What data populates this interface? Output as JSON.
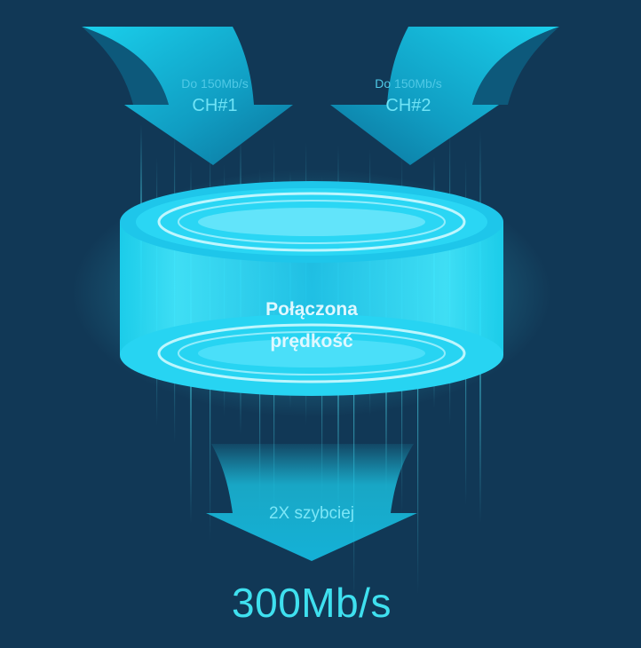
{
  "channels": [
    {
      "speed": "Do 150Mb/s",
      "name": "CH#1"
    },
    {
      "speed": "Do 150Mb/s",
      "name": "CH#2"
    }
  ],
  "combined": {
    "line1": "Połączona",
    "line2": "prędkość"
  },
  "output": {
    "label": "2X szybciej",
    "speed": "300Mb/s"
  },
  "colors": {
    "background": "#113856",
    "accent": "#1fd6f2",
    "text": "#3fe0ef"
  }
}
